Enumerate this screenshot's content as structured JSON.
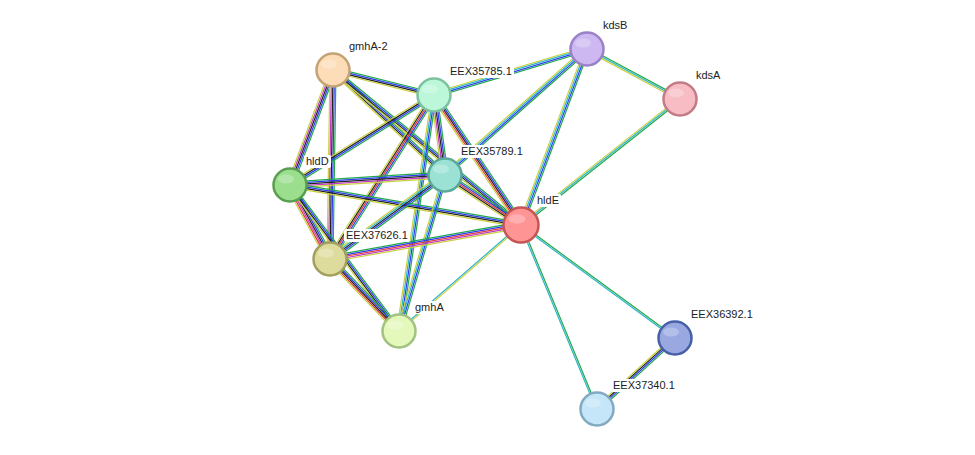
{
  "diagram": {
    "nodes": [
      {
        "text": [
          "kdsB"
        ]
      },
      {
        "text": [
          "gmhA-2"
        ]
      },
      {
        "text": [
          "EEX35785.1"
        ]
      },
      {
        "text": [
          "kdsA"
        ]
      },
      {
        "text": [
          "EEX35789.1"
        ]
      },
      {
        "text": [
          "hldD"
        ]
      },
      {
        "text": [
          "hldE"
        ]
      },
      {
        "text": [
          "EEX37626.1"
        ]
      },
      {
        "text": [
          "gmhA"
        ]
      },
      {
        "text": [
          "EEX36392.1"
        ]
      },
      {
        "text": [
          "EEX37340.1"
        ]
      }
    ],
    "edges": [
      {
        "from": 0,
        "to": 3,
        "arrow": "none"
      },
      {
        "from": 0,
        "to": 2,
        "arrow": "none"
      },
      {
        "from": 0,
        "to": 4,
        "arrow": "none"
      },
      {
        "from": 0,
        "to": 6,
        "arrow": "none"
      },
      {
        "from": 3,
        "to": 6,
        "arrow": "none"
      },
      {
        "from": 1,
        "to": 2,
        "arrow": "none"
      },
      {
        "from": 1,
        "to": 5,
        "arrow": "none"
      },
      {
        "from": 1,
        "to": 7,
        "arrow": "none"
      },
      {
        "from": 1,
        "to": 4,
        "arrow": "none"
      },
      {
        "from": 1,
        "to": 6,
        "arrow": "none"
      },
      {
        "from": 2,
        "to": 5,
        "arrow": "none"
      },
      {
        "from": 2,
        "to": 4,
        "arrow": "none"
      },
      {
        "from": 2,
        "to": 6,
        "arrow": "none"
      },
      {
        "from": 2,
        "to": 7,
        "arrow": "none"
      },
      {
        "from": 2,
        "to": 8,
        "arrow": "none"
      },
      {
        "from": 5,
        "to": 4,
        "arrow": "none"
      },
      {
        "from": 5,
        "to": 6,
        "arrow": "none"
      },
      {
        "from": 5,
        "to": 7,
        "arrow": "none"
      },
      {
        "from": 5,
        "to": 8,
        "arrow": "none"
      },
      {
        "from": 4,
        "to": 6,
        "arrow": "none"
      },
      {
        "from": 4,
        "to": 7,
        "arrow": "none"
      },
      {
        "from": 4,
        "to": 8,
        "arrow": "none"
      },
      {
        "from": 7,
        "to": 6,
        "arrow": "none"
      },
      {
        "from": 7,
        "to": 8,
        "arrow": "none"
      },
      {
        "from": 8,
        "to": 6,
        "arrow": "none"
      },
      {
        "from": 6,
        "to": 9,
        "arrow": "none"
      },
      {
        "from": 6,
        "to": 10,
        "arrow": "none"
      },
      {
        "from": 9,
        "to": 10,
        "arrow": "none"
      }
    ]
  }
}
